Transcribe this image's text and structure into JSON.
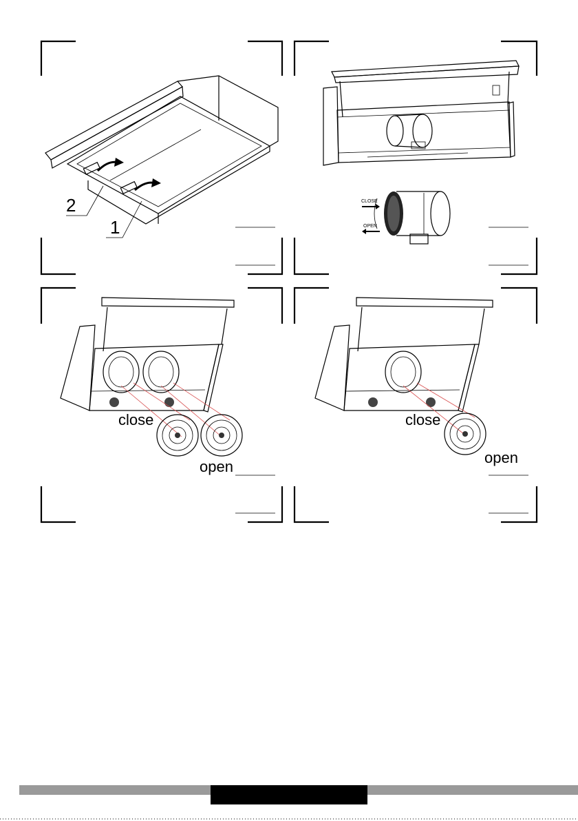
{
  "panels": {
    "p1": {
      "label_1": "1",
      "label_2": "2"
    },
    "p2": {
      "close_label": "CLOSE",
      "open_label": "OPEN"
    },
    "p3": {
      "close_label": "close",
      "open_label": "open"
    },
    "p4": {
      "close_label": "close",
      "open_label": "open"
    }
  },
  "colors": {
    "footer_bar": "#9a9a9a",
    "footer_box": "#000000",
    "guide_lines": "#d85050"
  }
}
